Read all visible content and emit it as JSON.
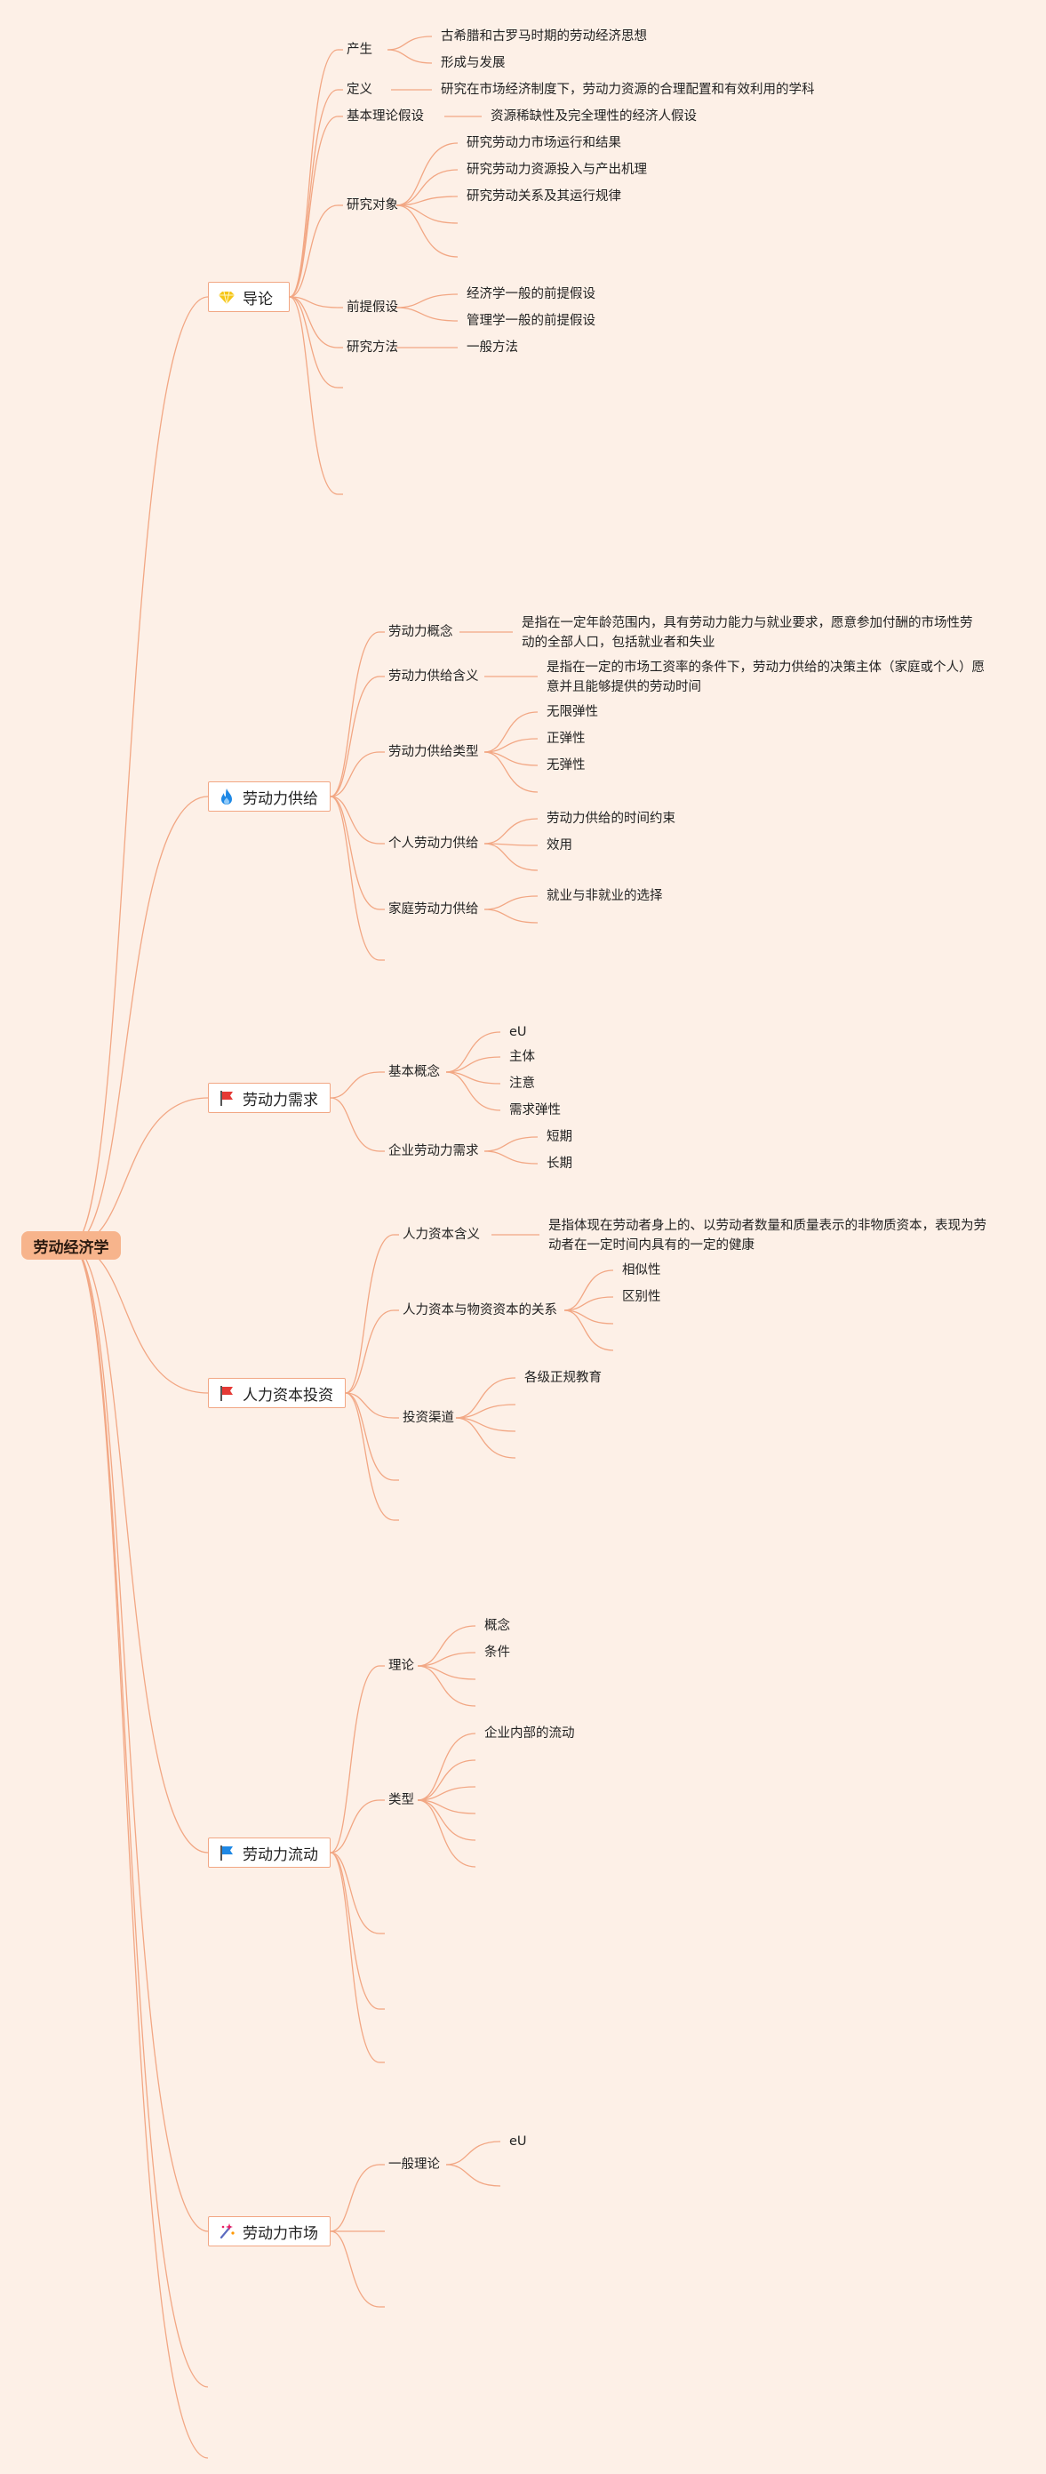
{
  "root": "劳动经济学",
  "branches": [
    {
      "label": "导论",
      "icon": "diamond-icon",
      "icon_color": "#f5c518",
      "nodes": {
        "n1": "产生",
        "n1a": "古希腊和古罗马时期的劳动经济思想",
        "n1b": "形成与发展",
        "n2": "定义",
        "n2a": "研究在市场经济制度下，劳动力资源的合理配置和有效利用的学科",
        "n3": "基本理论假设",
        "n3a": "资源稀缺性及完全理性的经济人假设",
        "n4": "研究对象",
        "n4a": "研究劳动力市场运行和结果",
        "n4b": "研究劳动力资源投入与产出机理",
        "n4c": "研究劳动关系及其运行规律",
        "n5": "前提假设",
        "n5a": "经济学一般的前提假设",
        "n5b": "管理学一般的前提假设",
        "n6": "研究方法",
        "n6a": "一般方法"
      }
    },
    {
      "label": "劳动力供给",
      "icon": "flame-icon",
      "icon_color": "#1e88e5",
      "nodes": {
        "n1": "劳动力概念",
        "n1a": "是指在一定年龄范围内，具有劳动力能力与就业要求，愿意参加付酬的市场性劳动的全部人口，包括就业者和失业",
        "n2": "劳动力供给含义",
        "n2a": "是指在一定的市场工资率的条件下，劳动力供给的决策主体（家庭或个人）愿意并且能够提供的劳动时间",
        "n3": "劳动力供给类型",
        "n3a": "无限弹性",
        "n3b": "正弹性",
        "n3c": "无弹性",
        "n4": "个人劳动力供给",
        "n4a": "劳动力供给的时间约束",
        "n4b": "效用",
        "n5": "家庭劳动力供给",
        "n5a": "就业与非就业的选择"
      }
    },
    {
      "label": "劳动力需求",
      "icon": "flag-icon",
      "icon_color": "#e53935",
      "nodes": {
        "n1": "基本概念",
        "n1a": "eU",
        "n1b": "主体",
        "n1c": "注意",
        "n1d": "需求弹性",
        "n2": "企业劳动力需求",
        "n2a": "短期",
        "n2b": "长期"
      }
    },
    {
      "label": "人力资本投资",
      "icon": "flag-icon",
      "icon_color": "#e53935",
      "nodes": {
        "n1": "人力资本含义",
        "n1a": "是指体现在劳动者身上的、以劳动者数量和质量表示的非物质资本，表现为劳动者在一定时间内具有的一定的健康",
        "n2": "人力资本与物资资本的关系",
        "n2a": "相似性",
        "n2b": "区别性",
        "n3": "投资渠道",
        "n3a": "各级正规教育"
      }
    },
    {
      "label": "劳动力流动",
      "icon": "flag-icon",
      "icon_color": "#1e88e5",
      "nodes": {
        "n1": "理论",
        "n1a": "概念",
        "n1b": "条件",
        "n2": "类型",
        "n2a": "企业内部的流动"
      }
    },
    {
      "label": "劳动力市场",
      "icon": "sparkle-icon",
      "icon_color": "#e91e63",
      "nodes": {
        "n1": "一般理论",
        "n1a": "eU"
      }
    }
  ]
}
